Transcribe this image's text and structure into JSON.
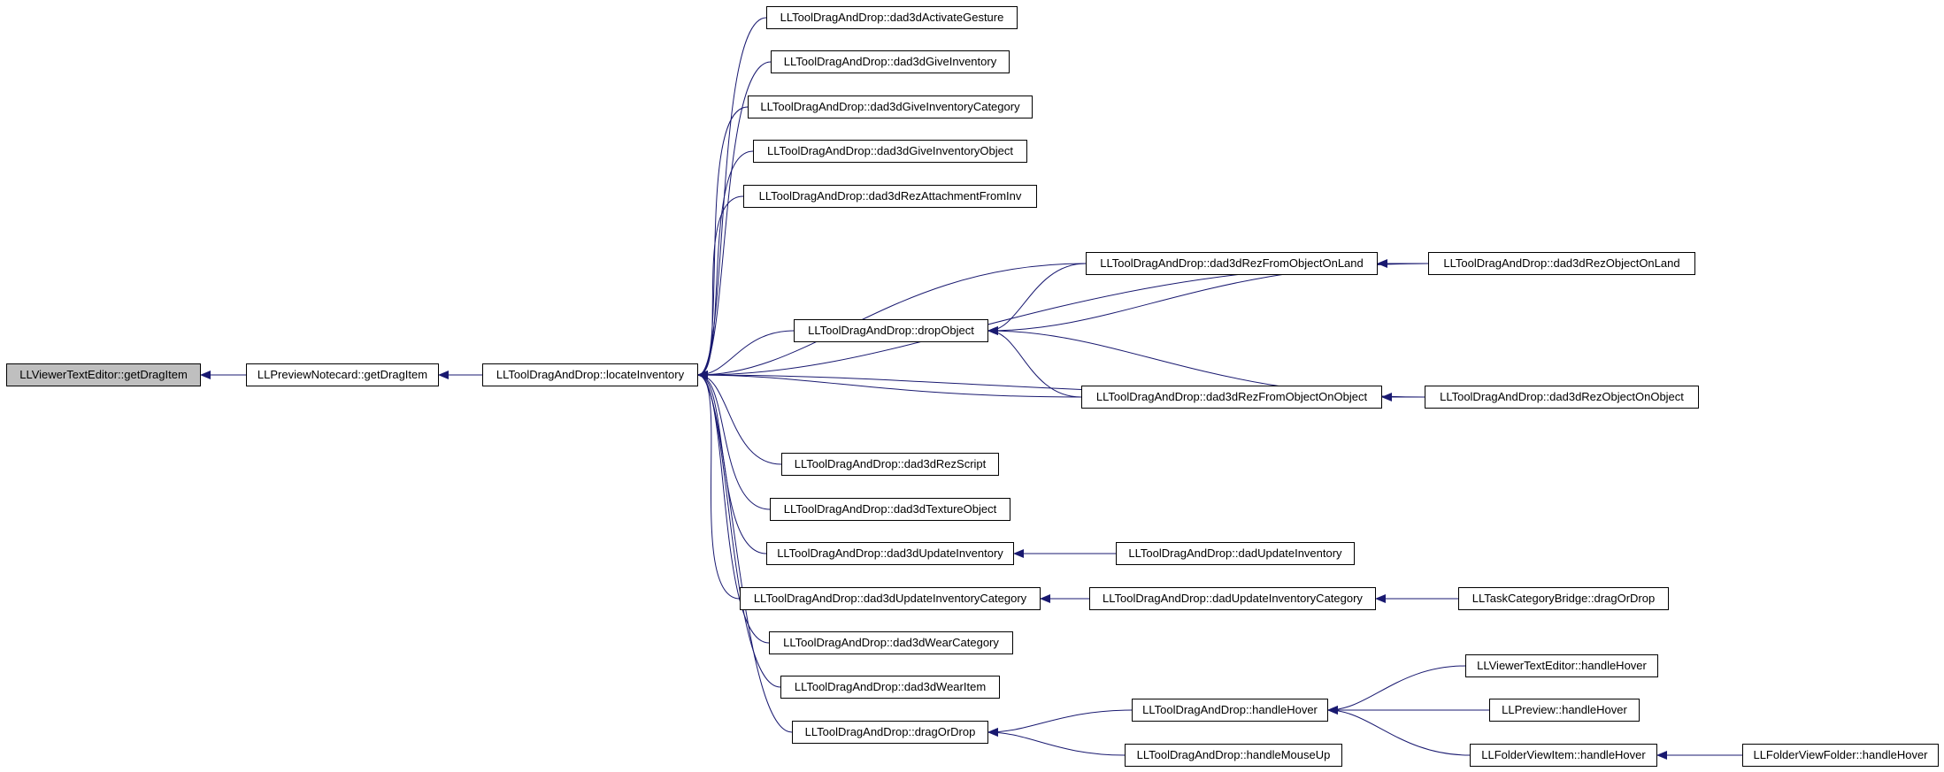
{
  "graph": {
    "nodes": [
      {
        "id": "n0",
        "label": "LLViewerTextEditor::getDragItem",
        "root": true
      },
      {
        "id": "n1",
        "label": "LLPreviewNotecard::getDragItem"
      },
      {
        "id": "n2",
        "label": "LLToolDragAndDrop::locateInventory"
      },
      {
        "id": "n3",
        "label": "LLToolDragAndDrop::dad3dActivateGesture"
      },
      {
        "id": "n4",
        "label": "LLToolDragAndDrop::dad3dGiveInventory"
      },
      {
        "id": "n5",
        "label": "LLToolDragAndDrop::dad3dGiveInventoryCategory"
      },
      {
        "id": "n6",
        "label": "LLToolDragAndDrop::dad3dGiveInventoryObject"
      },
      {
        "id": "n7",
        "label": "LLToolDragAndDrop::dad3dRezAttachmentFromInv"
      },
      {
        "id": "n8",
        "label": "LLToolDragAndDrop::dad3dRezFromObjectOnLand"
      },
      {
        "id": "n9",
        "label": "LLToolDragAndDrop::dad3dRezObjectOnLand"
      },
      {
        "id": "n10",
        "label": "LLToolDragAndDrop::dropObject"
      },
      {
        "id": "n11",
        "label": "LLToolDragAndDrop::dad3dRezFromObjectOnObject"
      },
      {
        "id": "n12",
        "label": "LLToolDragAndDrop::dad3dRezObjectOnObject"
      },
      {
        "id": "n13",
        "label": "LLToolDragAndDrop::dad3dRezScript"
      },
      {
        "id": "n14",
        "label": "LLToolDragAndDrop::dad3dTextureObject"
      },
      {
        "id": "n15",
        "label": "LLToolDragAndDrop::dad3dUpdateInventory"
      },
      {
        "id": "n16",
        "label": "LLToolDragAndDrop::dadUpdateInventory"
      },
      {
        "id": "n17",
        "label": "LLToolDragAndDrop::dad3dUpdateInventoryCategory"
      },
      {
        "id": "n18",
        "label": "LLToolDragAndDrop::dadUpdateInventoryCategory"
      },
      {
        "id": "n19",
        "label": "LLTaskCategoryBridge::dragOrDrop"
      },
      {
        "id": "n20",
        "label": "LLToolDragAndDrop::dad3dWearCategory"
      },
      {
        "id": "n21",
        "label": "LLToolDragAndDrop::dad3dWearItem"
      },
      {
        "id": "n22",
        "label": "LLViewerTextEditor::handleHover"
      },
      {
        "id": "n23",
        "label": "LLToolDragAndDrop::handleHover"
      },
      {
        "id": "n24",
        "label": "LLPreview::handleHover"
      },
      {
        "id": "n25",
        "label": "LLToolDragAndDrop::dragOrDrop"
      },
      {
        "id": "n26",
        "label": "LLFolderViewItem::handleHover"
      },
      {
        "id": "n27",
        "label": "LLFolderViewFolder::handleHover"
      },
      {
        "id": "n28",
        "label": "LLToolDragAndDrop::handleMouseUp"
      }
    ],
    "edges": [
      {
        "from": "n1",
        "to": "n0"
      },
      {
        "from": "n2",
        "to": "n1"
      },
      {
        "from": "n3",
        "to": "n2"
      },
      {
        "from": "n4",
        "to": "n2"
      },
      {
        "from": "n5",
        "to": "n2"
      },
      {
        "from": "n6",
        "to": "n2"
      },
      {
        "from": "n7",
        "to": "n2"
      },
      {
        "from": "n8",
        "to": "n2"
      },
      {
        "from": "n9",
        "to": "n2"
      },
      {
        "from": "n10",
        "to": "n2"
      },
      {
        "from": "n11",
        "to": "n2"
      },
      {
        "from": "n12",
        "to": "n2"
      },
      {
        "from": "n13",
        "to": "n2"
      },
      {
        "from": "n14",
        "to": "n2"
      },
      {
        "from": "n15",
        "to": "n2"
      },
      {
        "from": "n17",
        "to": "n2"
      },
      {
        "from": "n20",
        "to": "n2"
      },
      {
        "from": "n21",
        "to": "n2"
      },
      {
        "from": "n25",
        "to": "n2"
      },
      {
        "from": "n9",
        "to": "n8"
      },
      {
        "from": "n8",
        "to": "n10"
      },
      {
        "from": "n9",
        "to": "n10"
      },
      {
        "from": "n11",
        "to": "n10"
      },
      {
        "from": "n12",
        "to": "n10"
      },
      {
        "from": "n12",
        "to": "n11"
      },
      {
        "from": "n16",
        "to": "n15"
      },
      {
        "from": "n18",
        "to": "n17"
      },
      {
        "from": "n19",
        "to": "n18"
      },
      {
        "from": "n23",
        "to": "n25"
      },
      {
        "from": "n28",
        "to": "n25"
      },
      {
        "from": "n22",
        "to": "n23"
      },
      {
        "from": "n24",
        "to": "n23"
      },
      {
        "from": "n26",
        "to": "n23"
      },
      {
        "from": "n27",
        "to": "n26"
      }
    ],
    "edge_color": "#191970"
  }
}
